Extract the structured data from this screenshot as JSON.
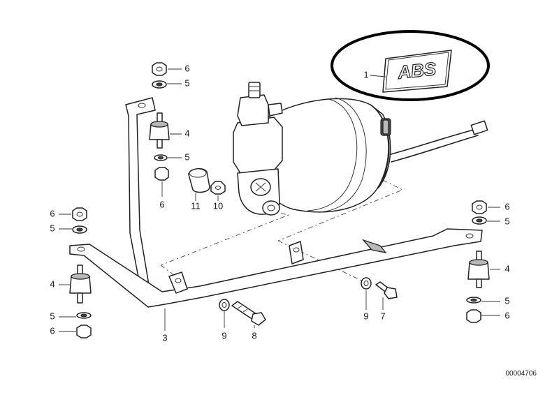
{
  "parts": [
    {
      "id": "ref-1",
      "label": "1"
    },
    {
      "id": "ref-3",
      "label": "3"
    },
    {
      "id": "ref-4a",
      "label": "4"
    },
    {
      "id": "ref-4b",
      "label": "4"
    },
    {
      "id": "ref-4c",
      "label": "4"
    },
    {
      "id": "ref-5a",
      "label": "5"
    },
    {
      "id": "ref-5b",
      "label": "5"
    },
    {
      "id": "ref-5c",
      "label": "5"
    },
    {
      "id": "ref-5d",
      "label": "5"
    },
    {
      "id": "ref-5e",
      "label": "5"
    },
    {
      "id": "ref-5f",
      "label": "5"
    },
    {
      "id": "ref-6a",
      "label": "6"
    },
    {
      "id": "ref-6b",
      "label": "6"
    },
    {
      "id": "ref-6c",
      "label": "6"
    },
    {
      "id": "ref-6d",
      "label": "6"
    },
    {
      "id": "ref-6e",
      "label": "6"
    },
    {
      "id": "ref-6f",
      "label": "6"
    },
    {
      "id": "ref-7",
      "label": "7"
    },
    {
      "id": "ref-8",
      "label": "8"
    },
    {
      "id": "ref-9a",
      "label": "9"
    },
    {
      "id": "ref-9b",
      "label": "9"
    },
    {
      "id": "ref-10",
      "label": "10"
    },
    {
      "id": "ref-11",
      "label": "11"
    }
  ],
  "badge_text": "ABS",
  "drawing_number": "00004706"
}
